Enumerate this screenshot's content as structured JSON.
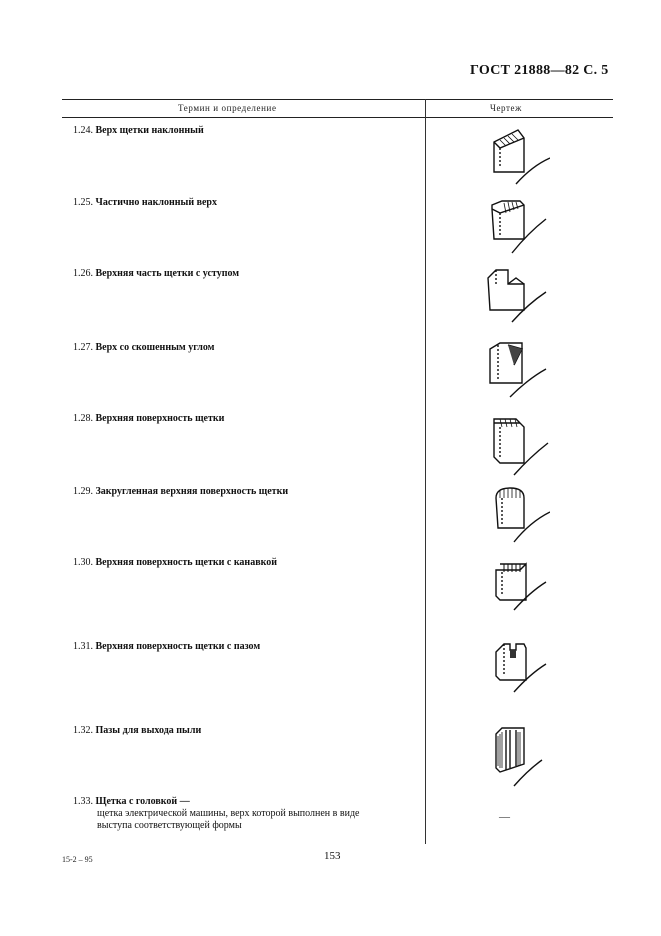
{
  "header": {
    "title": "ГОСТ 21888—82 С. 5"
  },
  "table": {
    "col_term": "Термин и определение",
    "col_drawing": "Чертеж"
  },
  "entries": [
    {
      "num": "1.24.",
      "term": "Верх щетки наклонный",
      "icon": "inclined-top-brush-icon"
    },
    {
      "num": "1.25.",
      "term": "Частично наклонный верх",
      "icon": "partially-inclined-top-brush-icon"
    },
    {
      "num": "1.26.",
      "term": "Верхняя часть щетки с уступом",
      "icon": "stepped-top-brush-icon"
    },
    {
      "num": "1.27.",
      "term": "Верх со скошенным углом",
      "icon": "chamfered-corner-brush-icon"
    },
    {
      "num": "1.28.",
      "term": "Верхняя поверхность щетки",
      "icon": "top-surface-brush-icon"
    },
    {
      "num": "1.29.",
      "term": "Закругленная верхняя поверхность щетки",
      "icon": "rounded-top-brush-icon"
    },
    {
      "num": "1.30.",
      "term": "Верхняя поверхность щетки с канавкой",
      "icon": "grooved-top-brush-icon"
    },
    {
      "num": "1.31.",
      "term": "Верхняя поверхность щетки с пазом",
      "icon": "slotted-top-brush-icon"
    },
    {
      "num": "1.32.",
      "term": "Пазы для выхода пыли",
      "icon": "dust-slots-brush-icon"
    },
    {
      "num": "1.33.",
      "term": "Щетка с головкой —",
      "icon": ""
    }
  ],
  "definition_133": {
    "line1": "щетка электрической машины, верх которой выполнен в виде",
    "line2": "выступа соответствующей формы"
  },
  "drawing_133": "—",
  "footer": {
    "code": "15-2 – 95",
    "page": "153"
  }
}
